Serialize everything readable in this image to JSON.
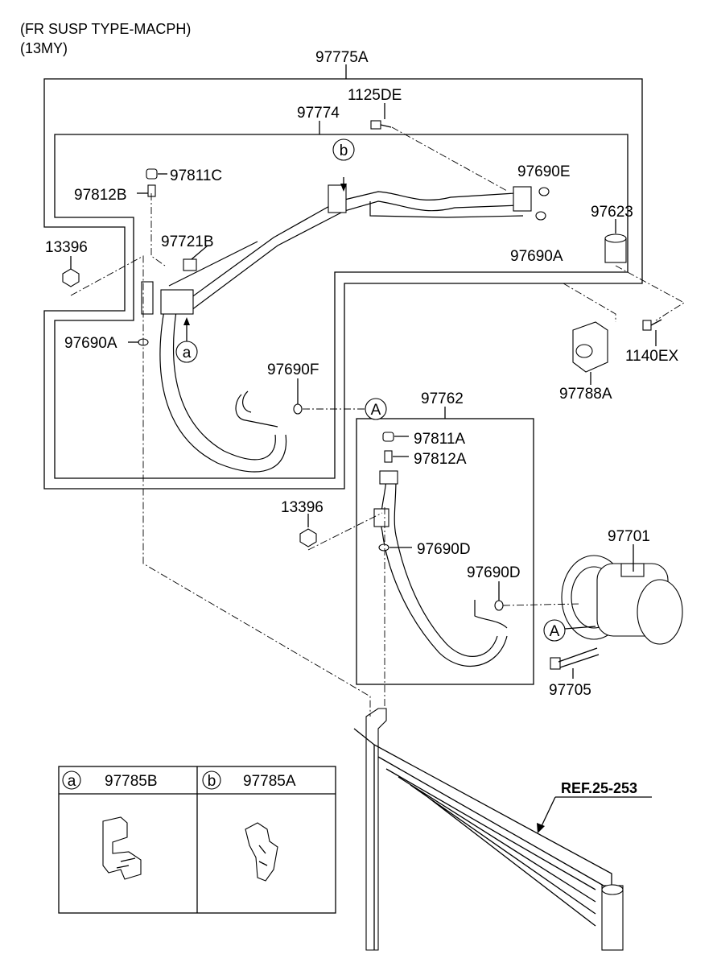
{
  "header": {
    "line1": "(FR SUSP TYPE-MACPH)",
    "line2": "(13MY)"
  },
  "labels": {
    "p97775A": "97775A",
    "p1125DE": "1125DE",
    "p97774": "97774",
    "p97811C": "97811C",
    "p97812B": "97812B",
    "p13396_upper": "13396",
    "p97721B": "97721B",
    "p97690E": "97690E",
    "p97690A_right": "97690A",
    "p97623": "97623",
    "p97690A_left": "97690A",
    "p97690F": "97690F",
    "p1140EX": "1140EX",
    "p97788A": "97788A",
    "p97762": "97762",
    "p97811A": "97811A",
    "p97812A": "97812A",
    "p13396_lower": "13396",
    "p97690D_center": "97690D",
    "p97690D_right": "97690D",
    "p97701": "97701",
    "p97705": "97705",
    "ref": "REF.25-253"
  },
  "callouts": {
    "a": "a",
    "b": "b",
    "A": "A"
  },
  "legend": {
    "col_a_letter": "a",
    "col_a_part": "97785B",
    "col_b_letter": "b",
    "col_b_part": "97785A"
  }
}
